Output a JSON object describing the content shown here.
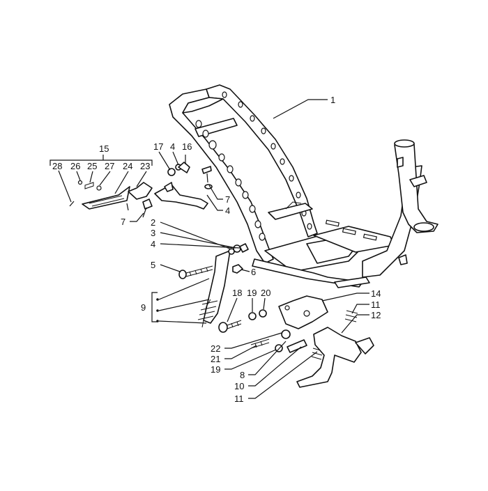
{
  "callouts": {
    "c1": "1",
    "c2": "2",
    "c3": "3",
    "c4a": "4",
    "c4b": "4",
    "c4c": "4",
    "c5": "5",
    "c6": "6",
    "c7a": "7",
    "c7b": "7",
    "c8": "8",
    "c9": "9",
    "c10": "10",
    "c11a": "11",
    "c11b": "11",
    "c12": "12",
    "c14": "14",
    "c15": "15",
    "c16": "16",
    "c17": "17",
    "c18": "18",
    "c19a": "19",
    "c19b": "19",
    "c20": "20",
    "c21": "21",
    "c22": "22",
    "c23": "23",
    "c24": "24",
    "c25": "25",
    "c26": "26",
    "c27": "27",
    "c28": "28"
  }
}
